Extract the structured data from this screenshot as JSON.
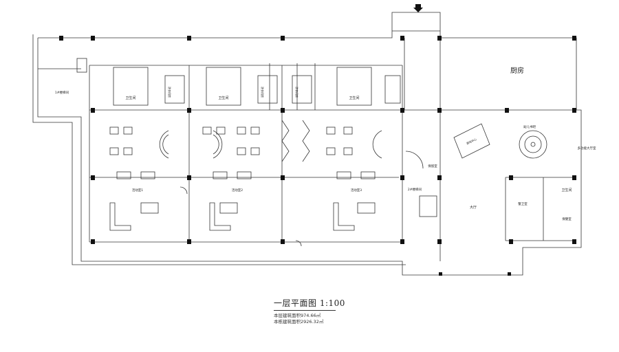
{
  "plan": {
    "title": "一层平面图 1:100",
    "floor_area_label": "本层建筑面积974.66㎡",
    "building_area_label": "本栋建筑面积2926.32㎡"
  },
  "rooms": {
    "kitchen": "厨房",
    "hall": "大厅",
    "toilet_1": "卫生间",
    "toilet_2": "卫生间",
    "toilet_3": "卫生间",
    "toilet_4": "卫生间",
    "activity_1": "活动室1",
    "activity_2": "活动室2",
    "activity_3": "活动室3",
    "stair_1": "1#楼梯间",
    "stair_2": "2#楼梯间",
    "reception": "保留室",
    "health_center": "游戏中心",
    "kids_bar": "幼儿书吧",
    "multi_room": "多功能大厅室",
    "duty_room": "警卫室",
    "care_room": "保健室",
    "laundry_1": "洗衣机房",
    "laundry_2": "洗衣机房",
    "laundry_3": "洗衣机房"
  }
}
